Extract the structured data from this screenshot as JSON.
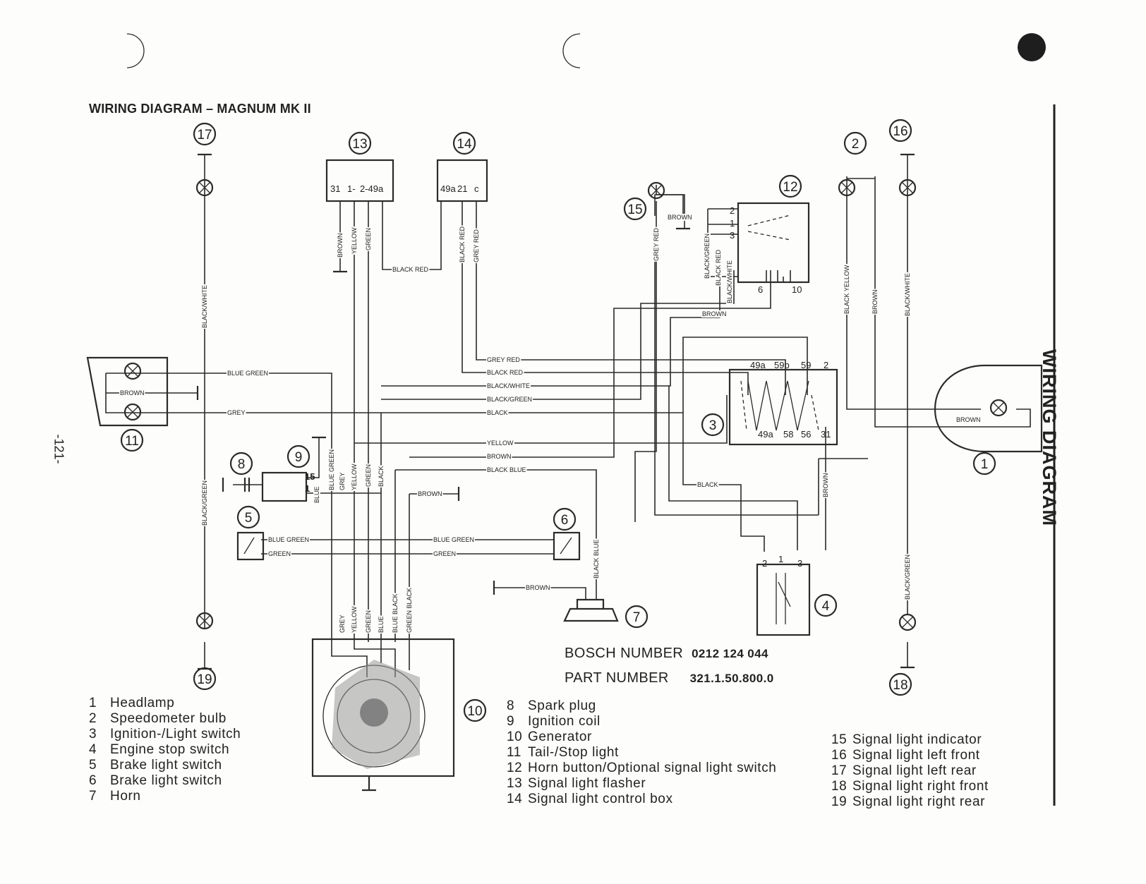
{
  "diagram": {
    "title": "WIRING DIAGRAM – MAGNUM MK II",
    "side_title": "WIRING DIAGRAM",
    "page_number": "-121-",
    "bosch_label": "BOSCH NUMBER",
    "bosch_value": "0212 124 044",
    "part_label": "PART NUMBER",
    "part_value": "321.1.50.800.0"
  },
  "legend": [
    {
      "n": "1",
      "text": "Headlamp"
    },
    {
      "n": "2",
      "text": "Speedometer bulb"
    },
    {
      "n": "3",
      "text": "Ignition-/Light switch"
    },
    {
      "n": "4",
      "text": "Engine stop switch"
    },
    {
      "n": "5",
      "text": "Brake light switch"
    },
    {
      "n": "6",
      "text": "Brake light switch"
    },
    {
      "n": "7",
      "text": "Horn"
    },
    {
      "n": "8",
      "text": "Spark plug"
    },
    {
      "n": "9",
      "text": "Ignition coil"
    },
    {
      "n": "10",
      "text": "Generator"
    },
    {
      "n": "11",
      "text": "Tail-/Stop light"
    },
    {
      "n": "12",
      "text": "Horn button/Optional signal light switch"
    },
    {
      "n": "13",
      "text": "Signal light flasher"
    },
    {
      "n": "14",
      "text": "Signal light control box"
    },
    {
      "n": "15",
      "text": "Signal light indicator"
    },
    {
      "n": "16",
      "text": "Signal light left front"
    },
    {
      "n": "17",
      "text": "Signal light left rear"
    },
    {
      "n": "18",
      "text": "Signal light right front"
    },
    {
      "n": "19",
      "text": "Signal light right rear"
    }
  ],
  "components": [
    "1",
    "2",
    "3",
    "4",
    "5",
    "6",
    "7",
    "8",
    "9",
    "10",
    "11",
    "12",
    "13",
    "14",
    "15",
    "16",
    "17",
    "18",
    "19"
  ],
  "terminals": {
    "t13": [
      "31",
      "1-",
      "2-49a"
    ],
    "t14": [
      "49a",
      "21",
      "c"
    ],
    "t3_top": [
      "49a",
      "59b",
      "59",
      "2"
    ],
    "t3_bot": [
      "49a",
      "58",
      "56",
      "31"
    ],
    "t12": [
      "2",
      "1",
      "3",
      "6",
      "10"
    ],
    "t4": [
      "2",
      "1",
      "3"
    ],
    "t9": [
      "15",
      "1"
    ]
  },
  "wire_labels": {
    "black_white": "BLACK/WHITE",
    "black_green": "BLACK/GREEN",
    "black_yellow": "BLACK YELLOW",
    "brown": "BROWN",
    "blue_green": "BLUE GREEN",
    "grey": "GREY",
    "grey_red": "GREY RED",
    "black_red": "BLACK RED",
    "black_white2": "BLACK/WHITE",
    "black_green2": "BLACK/GREEN",
    "black": "BLACK",
    "yellow": "YELLOW",
    "black_blue": "BLACK BLUE",
    "green": "GREEN",
    "blue": "BLUE",
    "blue_black": "BLUE BLACK",
    "green_black": "GREEN BLACK"
  }
}
